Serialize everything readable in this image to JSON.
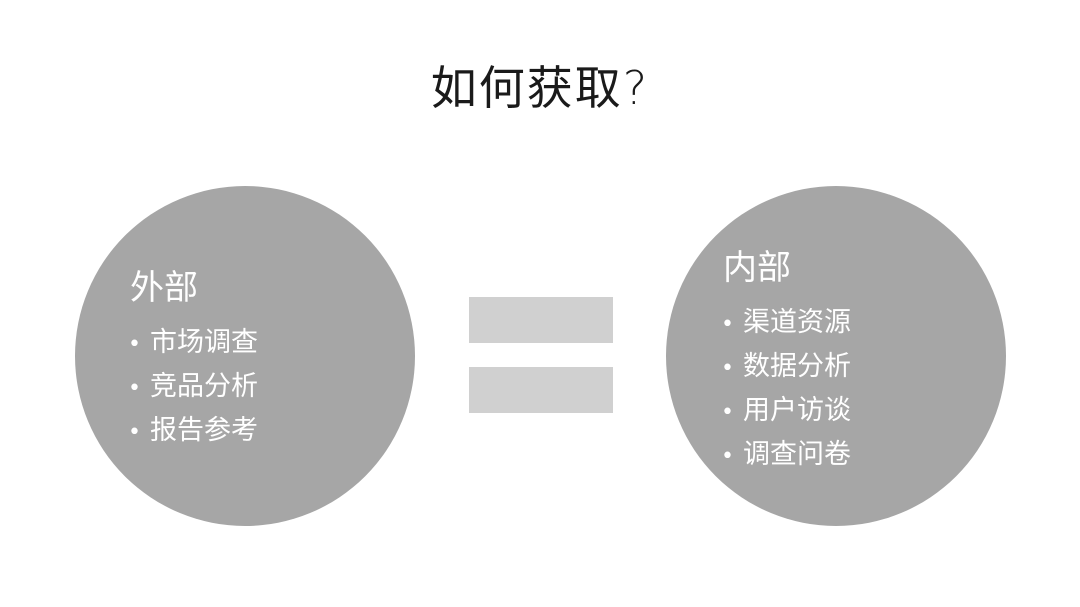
{
  "title": "如何获取?",
  "left": {
    "heading": "外部",
    "items": [
      "市场调查",
      "竞品分析",
      "报告参考"
    ]
  },
  "right": {
    "heading": "内部",
    "items": [
      "渠道资源",
      "数据分析",
      "用户访谈",
      "调查问卷"
    ]
  },
  "bullet": "•",
  "colors": {
    "circle": "#a6a6a6",
    "equals_bar": "#d0d0d0",
    "title_text": "#1a1a1a",
    "circle_text": "#ffffff"
  }
}
